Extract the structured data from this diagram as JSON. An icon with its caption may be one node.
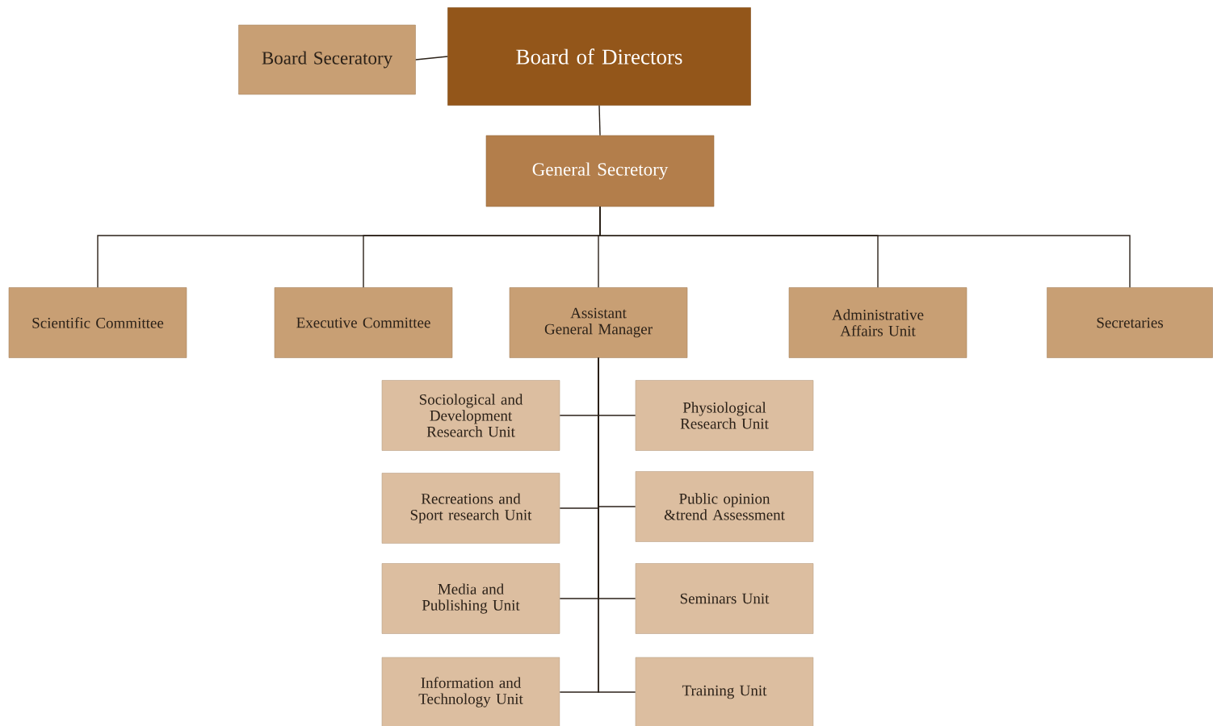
{
  "diagram": {
    "nodes": [
      {
        "text": [
          "Board of Directors"
        ]
      },
      {
        "text": [
          "Board Seceratory"
        ]
      },
      {
        "text": [
          "General Secretory"
        ]
      },
      {
        "text": [
          "Scientific Committee"
        ]
      },
      {
        "text": [
          "Executive Committee"
        ]
      },
      {
        "text": [
          "Assistant General Manager"
        ]
      },
      {
        "text": [
          "Administrative Affairs Unit"
        ]
      },
      {
        "text": [
          "Secretaries"
        ]
      },
      {
        "text": [
          "Sociological and Development Research Unit"
        ]
      },
      {
        "text": [
          "Physiological Research Unit"
        ]
      },
      {
        "text": [
          "Recreations and Sport research Unit"
        ]
      },
      {
        "text": [
          "Public opinion &trend Assessment"
        ]
      },
      {
        "text": [
          "Media and Publishing Unit"
        ]
      },
      {
        "text": [
          "Seminars Unit"
        ]
      },
      {
        "text": [
          "Information and Technology Unit"
        ]
      },
      {
        "text": [
          "Training Unit"
        ]
      }
    ],
    "edges": [
      {
        "from": 1,
        "to": 0,
        "arrow": "none"
      },
      {
        "from": 0,
        "to": 2,
        "arrow": "none"
      },
      {
        "from": 2,
        "to": 3,
        "arrow": "none"
      },
      {
        "from": 2,
        "to": 4,
        "arrow": "none"
      },
      {
        "from": 2,
        "to": 5,
        "arrow": "none"
      },
      {
        "from": 2,
        "to": 6,
        "arrow": "none"
      },
      {
        "from": 2,
        "to": 7,
        "arrow": "none"
      },
      {
        "from": 5,
        "to": 8,
        "arrow": "none"
      },
      {
        "from": 5,
        "to": 9,
        "arrow": "none"
      },
      {
        "from": 5,
        "to": 10,
        "arrow": "none"
      },
      {
        "from": 5,
        "to": 11,
        "arrow": "none"
      },
      {
        "from": 5,
        "to": 12,
        "arrow": "none"
      },
      {
        "from": 5,
        "to": 13,
        "arrow": "none"
      },
      {
        "from": 5,
        "to": 14,
        "arrow": "none"
      },
      {
        "from": 5,
        "to": 15,
        "arrow": "none"
      }
    ]
  }
}
